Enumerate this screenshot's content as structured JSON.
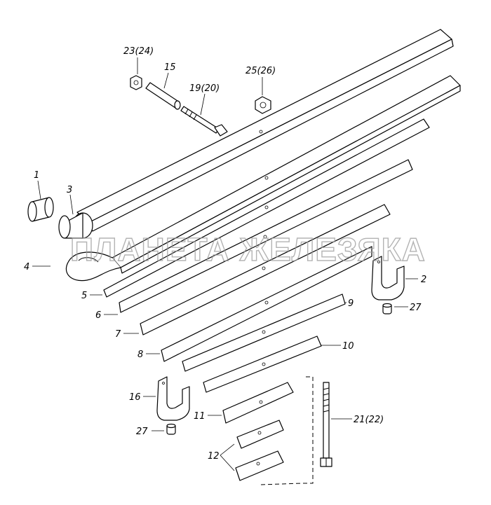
{
  "watermark": "ПЛАНЕТА ЖЕЛЕЗЯКА",
  "callouts": {
    "c1": "1",
    "c2": "2",
    "c3": "3",
    "c4": "4",
    "c5": "5",
    "c6": "6",
    "c7": "7",
    "c8": "8",
    "c9": "9",
    "c10": "10",
    "c11": "11",
    "c12": "12",
    "c15": "15",
    "c16": "16",
    "c19": "19(20)",
    "c21": "21(22)",
    "c23": "23(24)",
    "c25": "25(26)",
    "c27a": "27",
    "c27b": "27"
  }
}
